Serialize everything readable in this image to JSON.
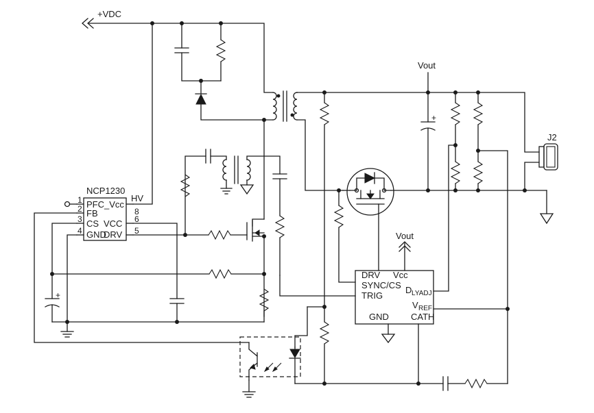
{
  "labels": {
    "vdc": "+VDC",
    "vout_top": "Vout",
    "vout_mid": "Vout",
    "j2": "J2",
    "ic1_name": "NCP1230",
    "ic1_hv": "HV",
    "ic1_pfc": "PFC_Vcc",
    "ic1_fb": "FB",
    "ic1_cs": "CS",
    "ic1_gnd": "GND",
    "ic1_vcc": "VCC",
    "ic1_drv": "DRV",
    "pin1": "1",
    "pin2": "2",
    "pin3": "3",
    "pin4": "4",
    "pin5": "5",
    "pin6": "6",
    "pin8": "8",
    "ic2_drv": "DRV",
    "ic2_vcc": "Vcc",
    "ic2_sync": "SYNC/CS",
    "ic2_trig": "TRIG",
    "ic2_gnd": "GND",
    "ic2_d": "D",
    "ic2_d_sub": "LYADJ",
    "ic2_v": "V",
    "ic2_v_sub": "REF",
    "ic2_cath": "CATH",
    "plus_c1": "+",
    "plus_c2": "+"
  }
}
